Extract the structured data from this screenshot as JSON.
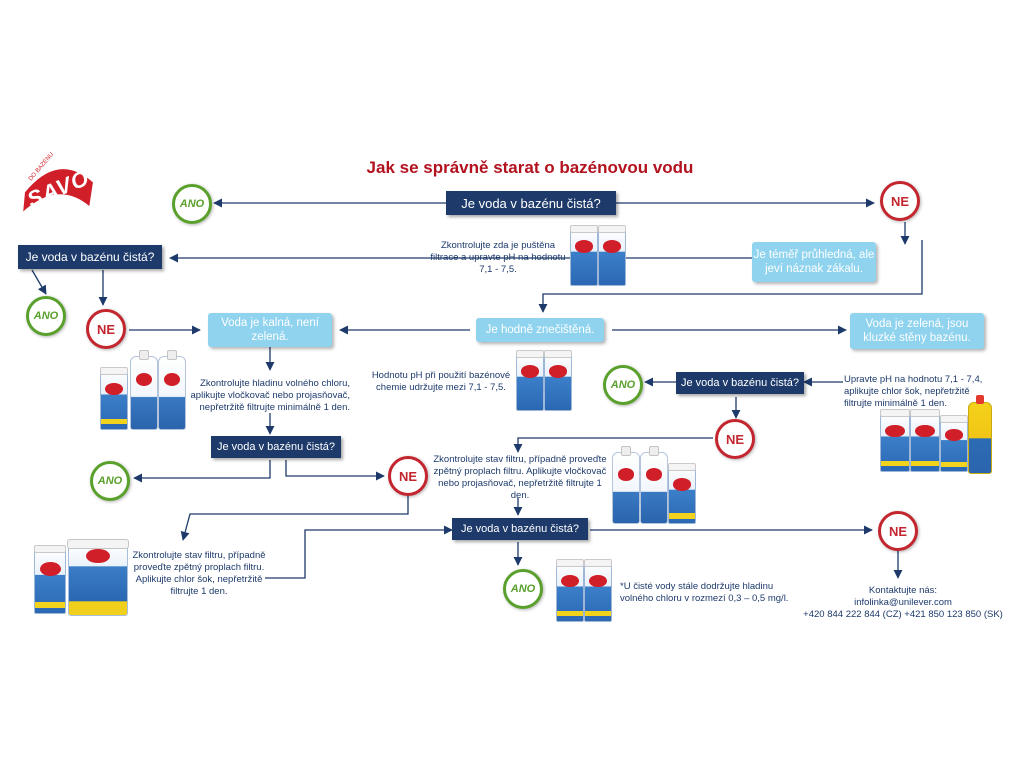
{
  "title": "Jak se správně starat o bazénovou vodu",
  "brand": {
    "logo_text": "SAVO",
    "logo_arc_text": "DO BAZÉNU",
    "colors": {
      "red": "#d01f28",
      "navy": "#1d3a6b",
      "light_blue": "#8fd3ef",
      "green": "#5aa02c"
    }
  },
  "questions": {
    "q_top": "Je voda v bazénu čistá?",
    "q_left": "Je voda v bazénu čistá?",
    "q_mid_right": "Je voda v bazénu čistá?",
    "q_mid_left": "Je voda v bazénu čistá?",
    "q_bottom": "Je voda v bazénu čistá?"
  },
  "labels": {
    "almost_clear": "Je téměř průhledná, ale jeví náznak zákalu.",
    "very_dirty": "Je hodně znečištěná.",
    "cloudy": "Voda je kalná, není zelená.",
    "green": "Voda je zelená, jsou kluzké stěny bazénu."
  },
  "answers": {
    "yes": "ANO",
    "no": "NE"
  },
  "texts": {
    "check_filtration": "Zkontrolujte zda je puštěna filtrace a upravte pH na hodnotu 7,1 - 7,5.",
    "ph_keep": "Hodnotu pH při použití bazénové chemie udržujte mezi 7,1 - 7,5.",
    "chlorine_level": "Zkontrolujte hladinu volného chloru, aplikujte vločkovač nebo projasňovač, nepřetržitě filtrujte minimálně 1 den.",
    "green_fix": "Upravte pH na hodnotu 7,1 - 7,4, aplikujte chlor šok, nepřetržitě filtrujte minimálně 1 den.",
    "filter_backwash": "Zkontrolujte stav filtru, případně proveďte zpětný proplach filtru. Aplikujte vločkovač nebo projasňovač, nepřetržitě filtrujte 1 den.",
    "filter_chlorshock": "Zkontrolujte stav filtru, případně proveďte zpětný proplach filtru. Aplikujte chlor šok, nepřetržitě filtrujte 1 den.",
    "note": "*U čisté vody stále dodržujte hladinu volného chloru v rozmezí 0,3 – 0,5 mg/l.",
    "contact_title": "Kontaktujte nás:",
    "contact_email": "infolinka@unilever.com",
    "contact_phones": "+420 844 222 844 (CZ)   +421 850 123 850 (SK)"
  },
  "icons": [
    "savo-logo-icon",
    "ano-badge-icon",
    "ne-badge-icon",
    "product-tub-icon",
    "product-bottle-icon",
    "product-bucket-icon"
  ]
}
